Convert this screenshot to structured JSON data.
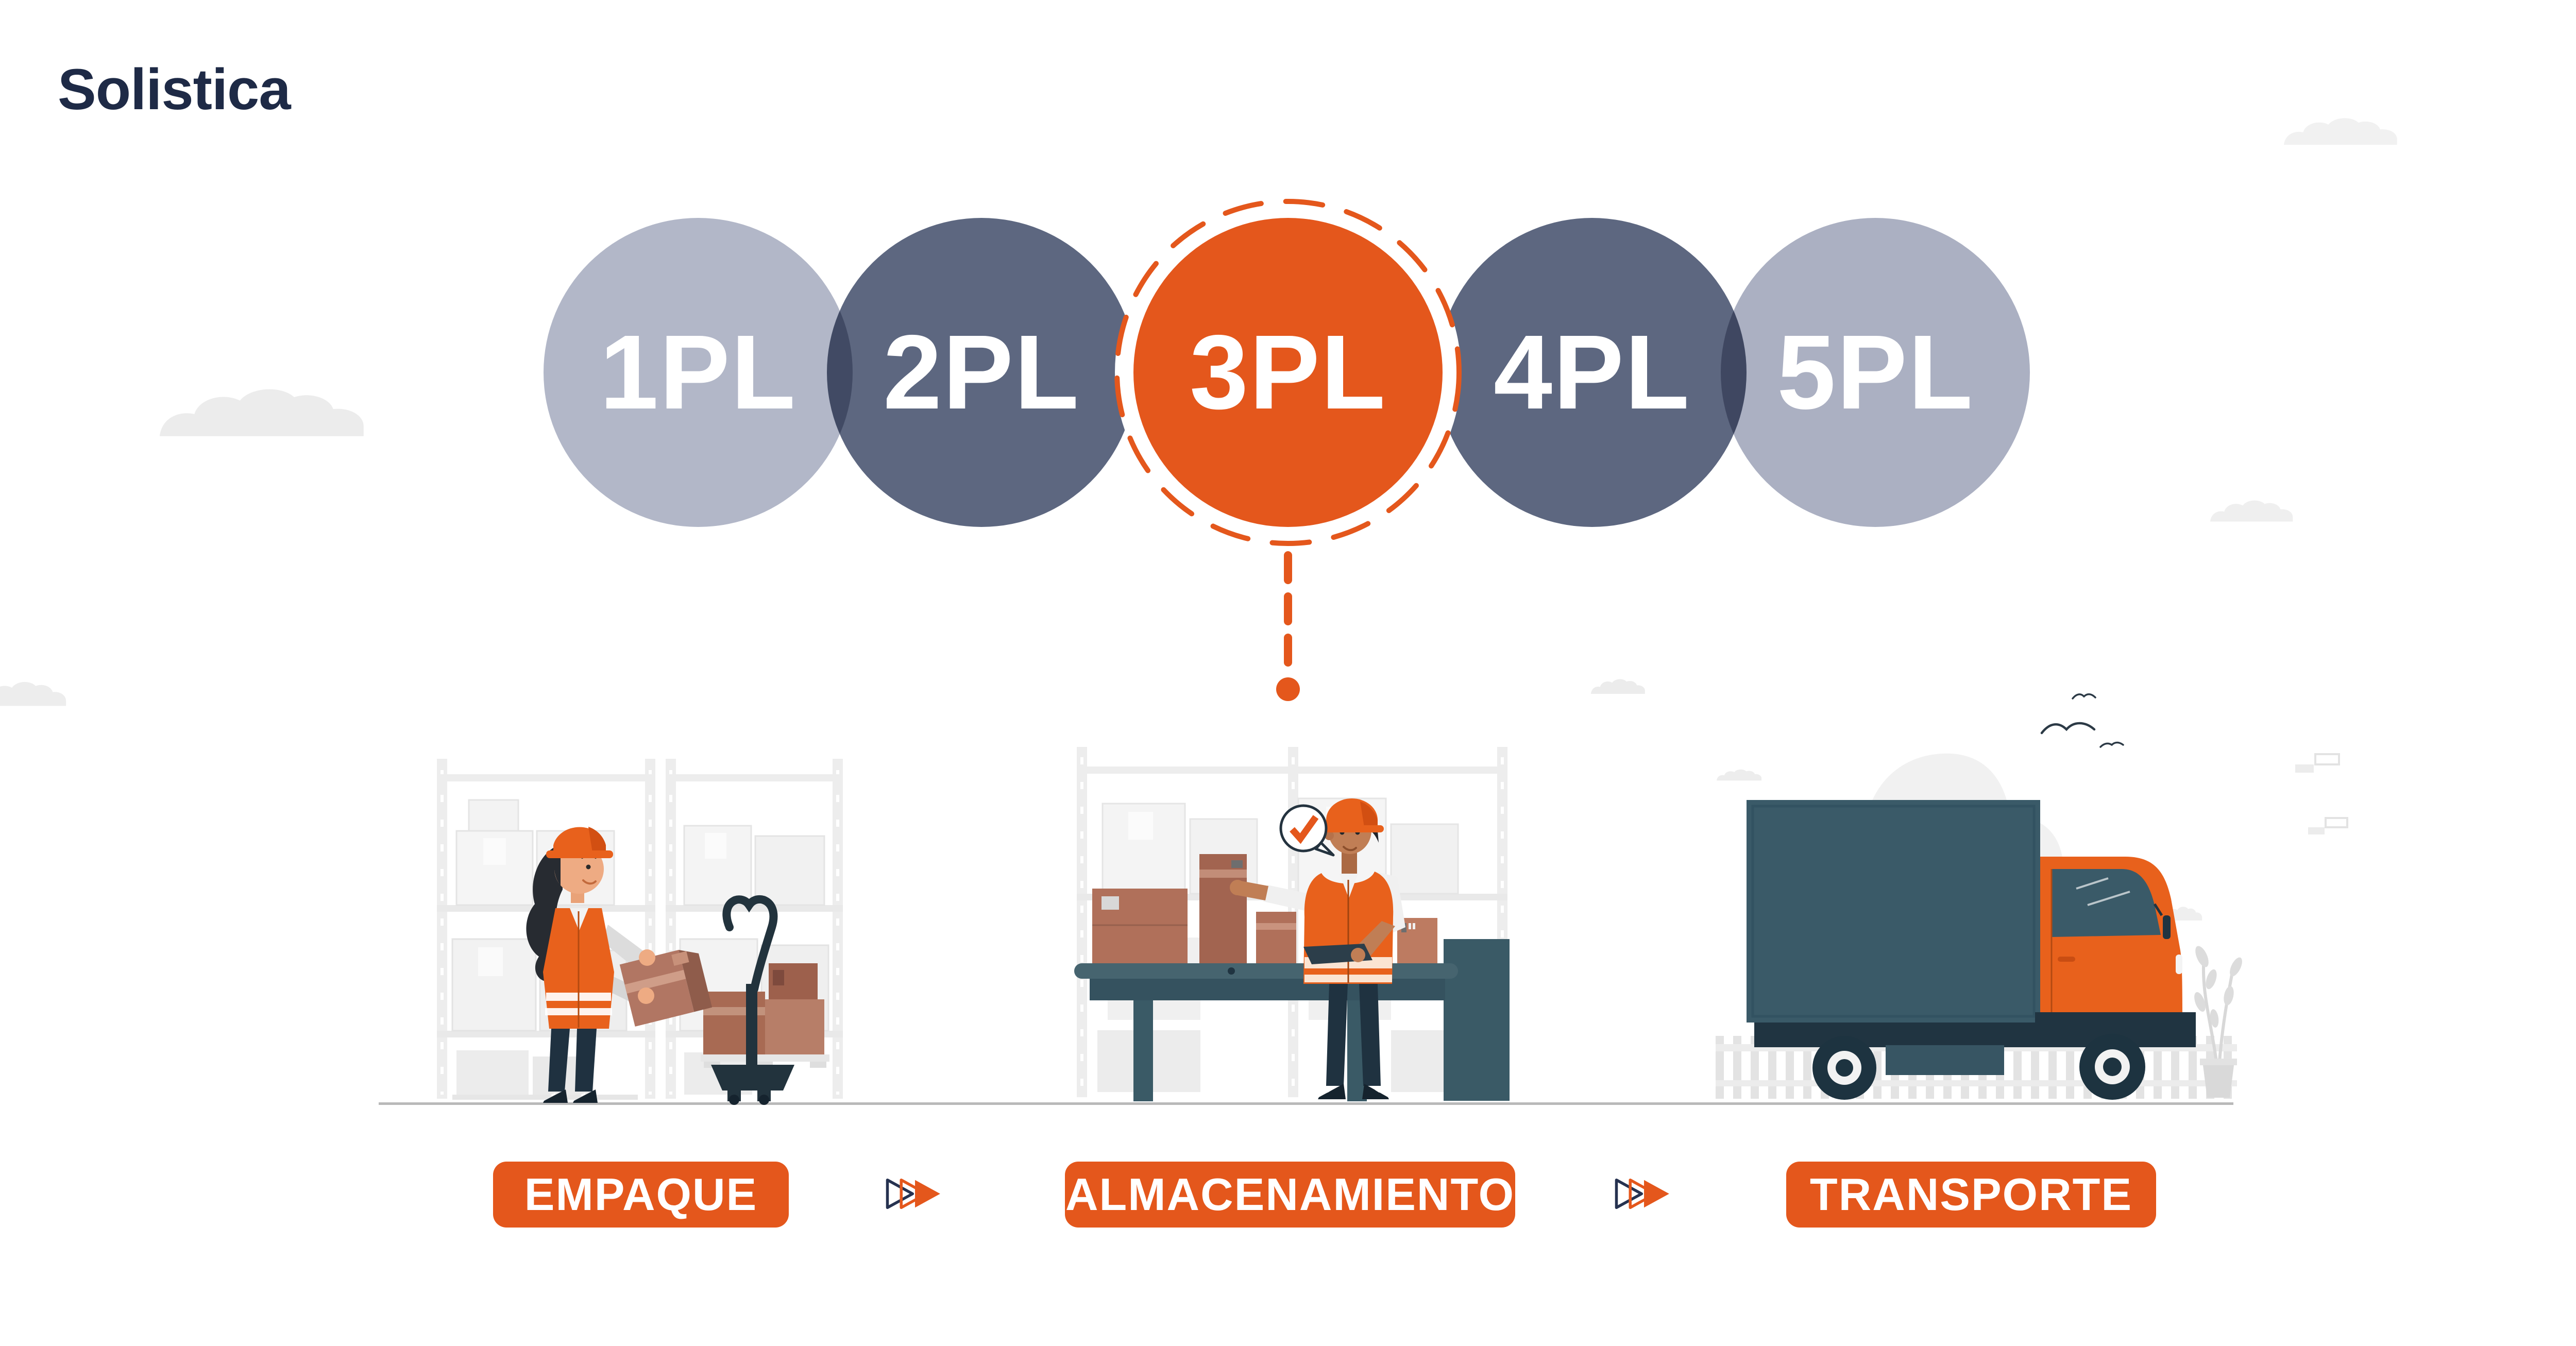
{
  "brand": {
    "logo_text": "Solistica"
  },
  "pl_chain": {
    "items": [
      {
        "label": "1PL",
        "active": false,
        "color": "#b2b7c8"
      },
      {
        "label": "2PL",
        "active": false,
        "color": "#5d6780"
      },
      {
        "label": "3PL",
        "active": true,
        "color": "#e4571c"
      },
      {
        "label": "4PL",
        "active": false,
        "color": "#5d6780"
      },
      {
        "label": "5PL",
        "active": false,
        "color": "#abb0c2"
      }
    ],
    "active_label": "3PL"
  },
  "process": {
    "steps": [
      {
        "label": "EMPAQUE"
      },
      {
        "label": "ALMACENAMIENTO"
      },
      {
        "label": "TRANSPORTE"
      }
    ]
  },
  "scenes": [
    {
      "name": "packing-scene",
      "depicts": "warehouse worker holding box beside pallet jack and shelving"
    },
    {
      "name": "storage-scene",
      "depicts": "worker with tablet checking boxes on conveyor table, approval check bubble"
    },
    {
      "name": "transport-scene",
      "depicts": "box truck with orange cab in front of fence, plant and birds"
    }
  ],
  "icons": {
    "separator": "triple-forward-triangles-icon",
    "approval": "check-mark-speech-bubble-icon",
    "birds": "flying-birds-icon",
    "clouds": "cloud-shape"
  },
  "palette": {
    "navy": "#1e2a46",
    "orange": "#e4571c",
    "orange_bright": "#e8611c",
    "slate_dark": "#5d6780",
    "slate_light": "#b2b7c8",
    "slate_lighter": "#abb0c2",
    "teal_dark": "#3a5a68",
    "teal_deep": "#203441",
    "box_brown": "#b0705a",
    "cloud_gray": "#efefef",
    "ground_gray": "#b9b9b9"
  }
}
